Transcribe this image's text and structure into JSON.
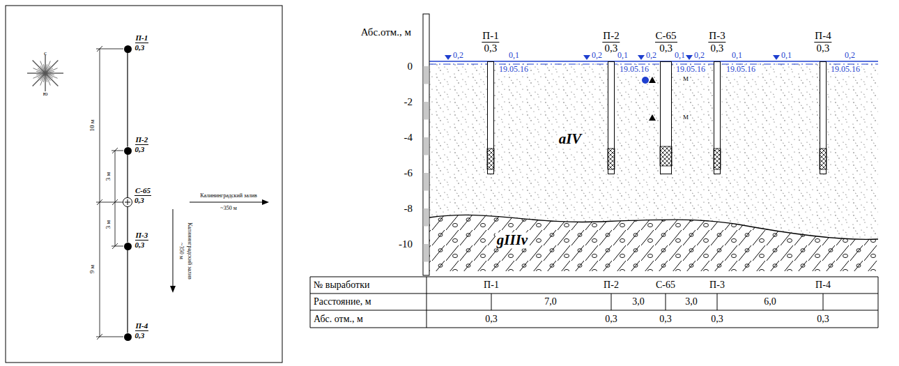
{
  "diagram": {
    "nodes": [
      {
        "text": [
          "П-1",
          "0,3"
        ]
      },
      {
        "text": [
          "П-2",
          "0,3"
        ]
      },
      {
        "text": [
          "С-65",
          "0,3"
        ]
      },
      {
        "text": [
          "П-3",
          "0,3"
        ]
      },
      {
        "text": [
          "П-4",
          "0,3"
        ]
      },
      {
        "text": [
          "П-1",
          "0,3"
        ]
      },
      {
        "text": [
          "П-2",
          "0,3"
        ]
      },
      {
        "text": [
          "С-65",
          "0,3"
        ]
      },
      {
        "text": [
          "П-3",
          "0,3"
        ]
      },
      {
        "text": [
          "П-4",
          "0,3"
        ]
      }
    ],
    "edges": [
      {
        "from": 0,
        "to": 1,
        "arrow": "none"
      },
      {
        "from": 1,
        "to": 2,
        "arrow": "none"
      },
      {
        "from": 2,
        "to": 3,
        "arrow": "none"
      },
      {
        "from": 3,
        "to": 4,
        "arrow": "none"
      }
    ],
    "labels": [
      "с",
      "ю",
      "10 м",
      "3 м",
      "3 м",
      "9 м",
      "Калининградский залив",
      "~350 м",
      "Калининградский залив",
      "~350 м",
      "Абс.отм., м",
      "0",
      "-2",
      "-4",
      "-6",
      "-8",
      "-10",
      "0,2",
      "0,1",
      "19.05.16",
      "0,2",
      "0,1",
      "19.05.16",
      "0,2",
      "0,1",
      "19.05.16",
      "0,2",
      "0,1",
      "19.05.16",
      "0,1",
      "0,2",
      "19.05.16",
      "aIV",
      "gIIIv",
      "М",
      "М",
      "№ выработки",
      "П-1",
      "П-2",
      "С-65",
      "П-3",
      "П-4",
      "Расстояние, м",
      "7,0",
      "3,0",
      "3,0",
      "6,0",
      "Абс. отм., м",
      "0,3",
      "0,3",
      "0,3",
      "0,3",
      "0,3"
    ]
  }
}
